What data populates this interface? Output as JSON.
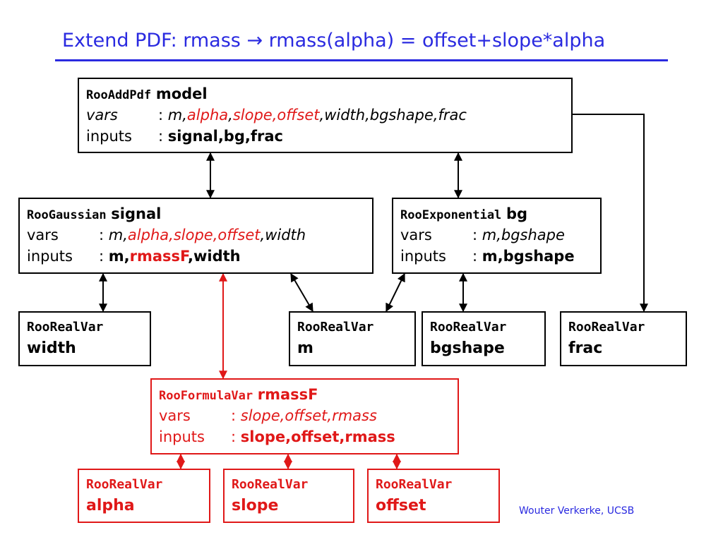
{
  "title": "Extend PDF: rmass → rmass(alpha) = offset+slope*alpha",
  "credit": "Wouter Verkerke, UCSB",
  "colors": {
    "title_blue": "#2a2ae0",
    "highlight_red": "#e01818",
    "black": "#000000"
  },
  "labels": {
    "vars": "vars",
    "inputs": "inputs",
    "sep": ":"
  },
  "model": {
    "class": "RooAddPdf",
    "name": "model",
    "vars": [
      "m",
      "alpha",
      "slope",
      "offset",
      "width",
      "bgshape",
      "frac"
    ],
    "inputs": "signal,bg,frac"
  },
  "signal": {
    "class": "RooGaussian",
    "name": "signal",
    "vars": [
      "m",
      "alpha",
      "slope",
      "offset",
      "width"
    ],
    "inputs": [
      "m",
      "rmassF",
      "width"
    ]
  },
  "bg": {
    "class": "RooExponential",
    "name": "bg",
    "vars": "m,bgshape",
    "inputs": "m,bgshape"
  },
  "leaves": {
    "width": {
      "class": "RooRealVar",
      "name": "width"
    },
    "m": {
      "class": "RooRealVar",
      "name": "m"
    },
    "bgshape": {
      "class": "RooRealVar",
      "name": "bgshape"
    },
    "frac": {
      "class": "RooRealVar",
      "name": "frac"
    },
    "alpha": {
      "class": "RooRealVar",
      "name": "alpha"
    },
    "slope": {
      "class": "RooRealVar",
      "name": "slope"
    },
    "offset": {
      "class": "RooRealVar",
      "name": "offset"
    }
  },
  "rmassF": {
    "class": "RooFormulaVar",
    "name": "rmassF",
    "vars": "slope,offset,rmass",
    "inputs": "slope,offset,rmass"
  }
}
